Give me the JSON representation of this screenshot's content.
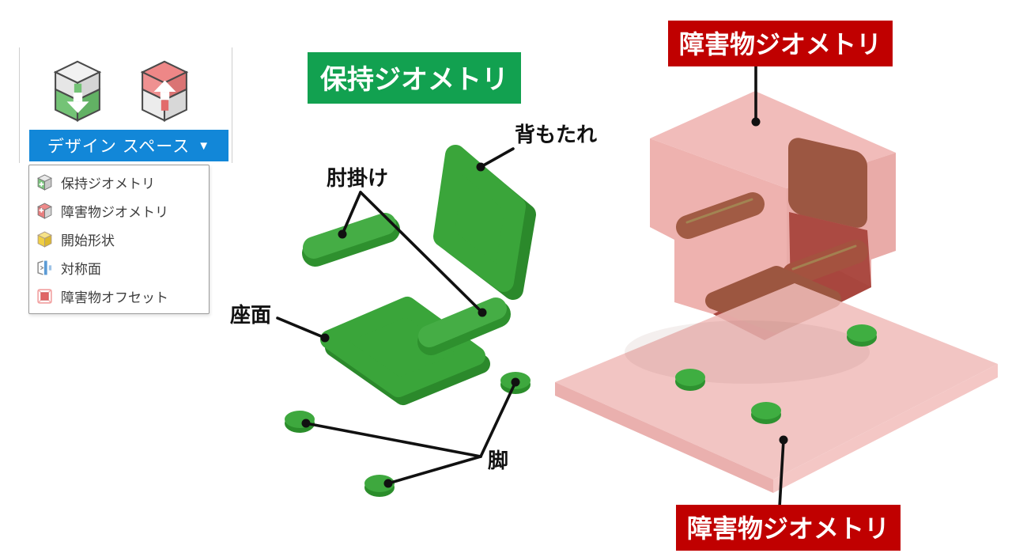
{
  "toolbar": {
    "dropdown_label": "デザイン スペース",
    "dropdown_caret": "▼",
    "preserve_tool_icon": "preserve-geometry-cube",
    "obstacle_tool_icon": "obstacle-geometry-cube"
  },
  "menu": {
    "items": [
      {
        "icon": "preserve-cube-icon",
        "label": "保持ジオメトリ"
      },
      {
        "icon": "obstacle-cube-icon",
        "label": "障害物ジオメトリ"
      },
      {
        "icon": "start-shape-cube-icon",
        "label": "開始形状"
      },
      {
        "icon": "symmetry-plane-icon",
        "label": "対称面"
      },
      {
        "icon": "obstacle-offset-icon",
        "label": "障害物オフセット"
      }
    ]
  },
  "diagram": {
    "preserve_banner": "保持ジオメトリ",
    "obstacle_banner_top": "障害物ジオメトリ",
    "obstacle_banner_bottom": "障害物ジオメトリ",
    "part_labels": {
      "backrest": "背もたれ",
      "armrest": "肘掛け",
      "seat": "座面",
      "leg": "脚"
    }
  },
  "colors": {
    "accent_blue": "#1287d8",
    "preserve_green": "#12a150",
    "obstacle_red": "#c00000",
    "chair_green": "#3aa53a",
    "obstacle_pink": "#eeb3b0"
  }
}
